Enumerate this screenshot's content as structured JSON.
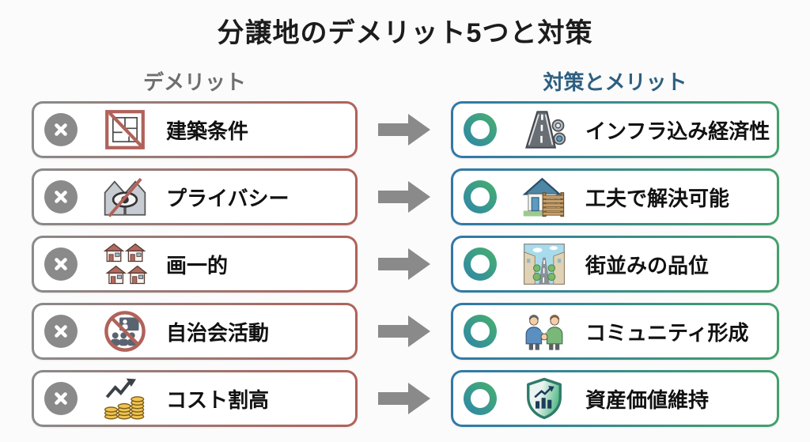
{
  "title": "分譲地のデメリット5つと対策",
  "columns": {
    "left_header": "デメリット",
    "right_header": "対策とメリット"
  },
  "rows": [
    {
      "demerit": {
        "label": "建築条件",
        "icon": "floorplan-prohibited-icon"
      },
      "merit": {
        "label": "インフラ込み経済性",
        "icon": "road-pipes-icon"
      }
    },
    {
      "demerit": {
        "label": "プライバシー",
        "icon": "privacy-prohibited-icon"
      },
      "merit": {
        "label": "工夫で解決可能",
        "icon": "house-fence-icon"
      }
    },
    {
      "demerit": {
        "label": "画一的",
        "icon": "uniform-houses-icon"
      },
      "merit": {
        "label": "街並みの品位",
        "icon": "townscape-icon"
      }
    },
    {
      "demerit": {
        "label": "自治会活動",
        "icon": "no-association-icon"
      },
      "merit": {
        "label": "コミュニティ形成",
        "icon": "handshake-icon"
      }
    },
    {
      "demerit": {
        "label": "コスト割高",
        "icon": "rising-cost-coins-icon"
      },
      "merit": {
        "label": "資産価値維持",
        "icon": "shield-growth-icon"
      }
    }
  ],
  "markers": {
    "demerit_marker": "x-circle",
    "merit_marker": "o-ring"
  },
  "colors": {
    "background": "#fbfbfb",
    "title_text": "#1c1c1c",
    "left_header_text": "#6e6e6e",
    "right_header_text": "#2e5f80",
    "demerit_border_from": "#8a8a8a",
    "demerit_border_to": "#b0625a",
    "merit_border_from": "#3178a8",
    "merit_border_to": "#44a06c",
    "x_marker": "#8a8a8a",
    "o_ring_from": "#2e86a8",
    "o_ring_to": "#47b06e",
    "arrow": "#8a8a8a",
    "label_text": "#111111"
  }
}
